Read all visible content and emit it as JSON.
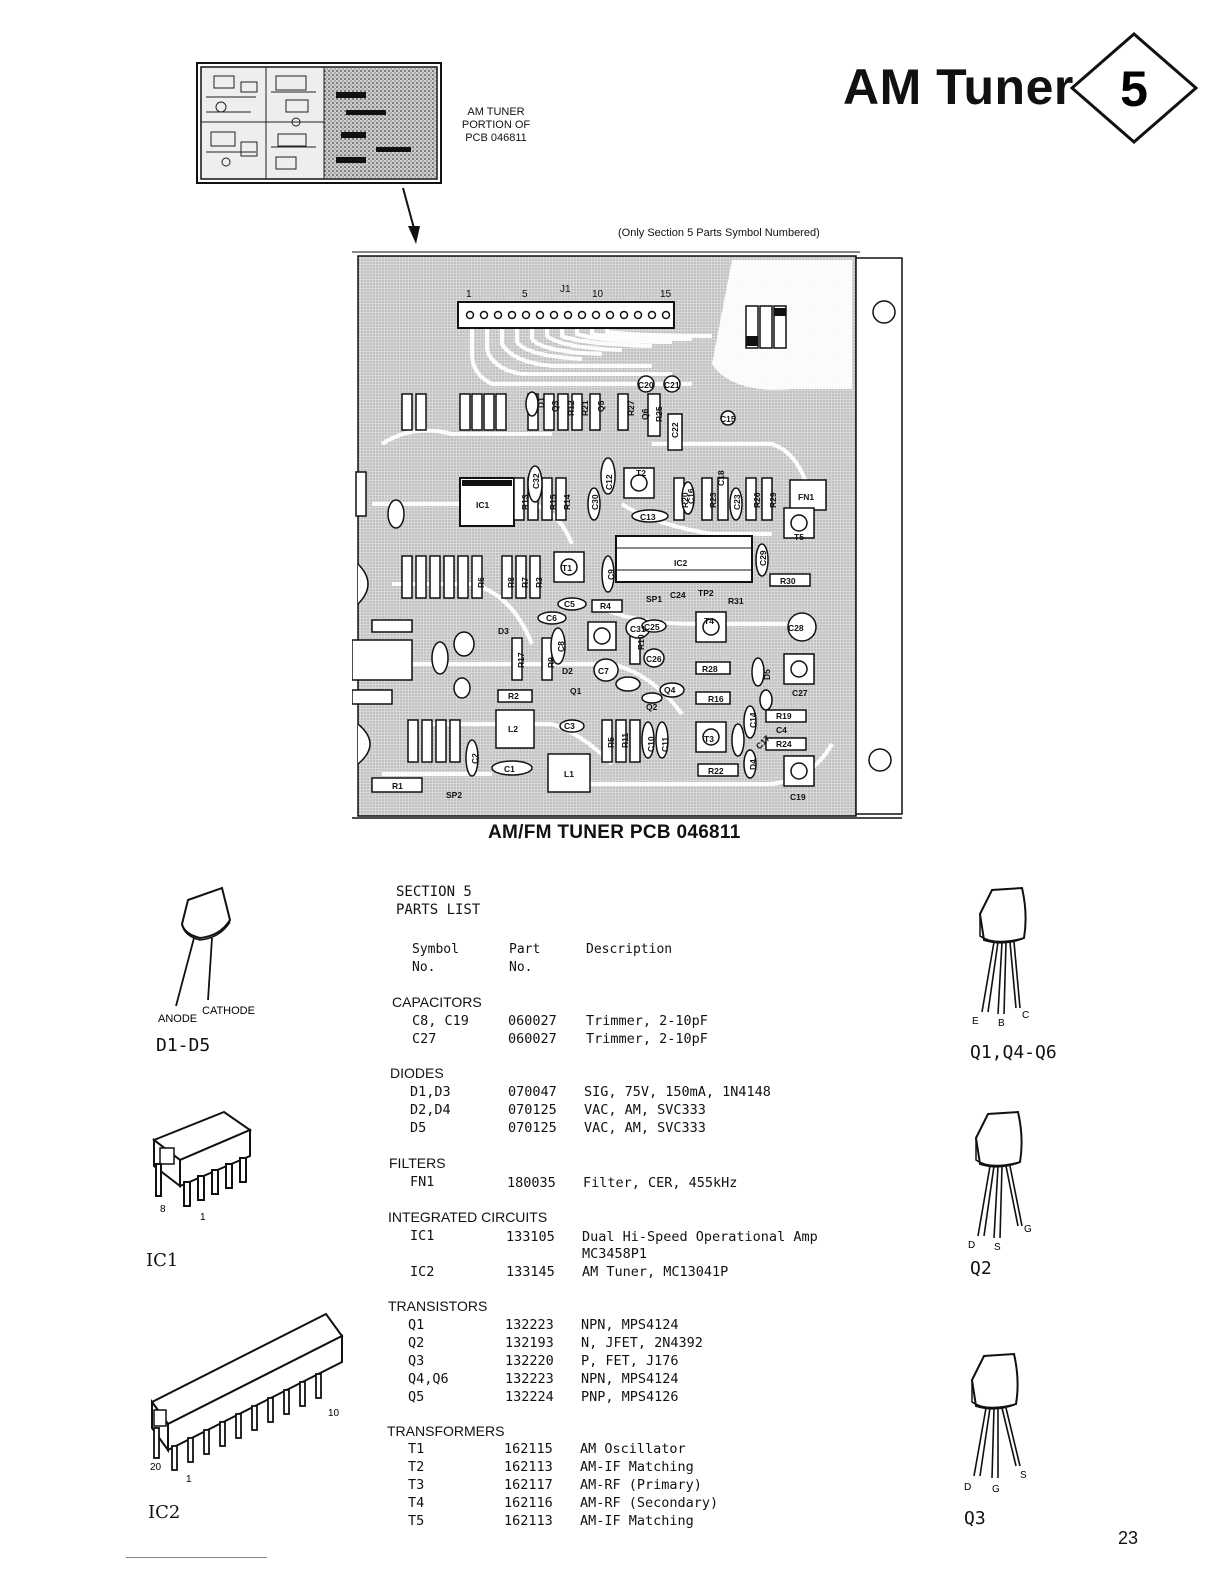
{
  "header": {
    "title": "AM Tuner",
    "section_number": "5"
  },
  "thumbnail": {
    "label_lines": [
      "AM TUNER",
      "PORTION OF",
      "PCB 046811"
    ]
  },
  "pcb": {
    "note": "(Only Section 5 Parts Symbol Numbered)",
    "caption": "AM/FM TUNER PCB 046811",
    "connector_label": "J1",
    "connector_pins": [
      "1",
      "5",
      "10",
      "15"
    ],
    "labels": [
      "IC1",
      "IC2",
      "R13",
      "R15",
      "R14",
      "C12",
      "C13",
      "T2",
      "R20",
      "C16",
      "R23",
      "C18",
      "C23",
      "R26",
      "R29",
      "FN1",
      "T5",
      "C29",
      "R30",
      "R6",
      "R8",
      "R7",
      "R3",
      "C9",
      "C5",
      "R4",
      "SP1",
      "C24",
      "TP2",
      "R31",
      "C6",
      "D3",
      "C31",
      "C25",
      "T4",
      "C28",
      "R17",
      "R9",
      "C8",
      "R10",
      "C26",
      "D2",
      "C7",
      "R28",
      "D5",
      "C27",
      "R2",
      "Q1",
      "Q4",
      "R16",
      "L2",
      "C3",
      "Q2",
      "R5",
      "R11",
      "C10",
      "C11",
      "T3",
      "C14",
      "D1",
      "R19",
      "C4",
      "R24",
      "C2",
      "C1",
      "L1",
      "R22",
      "D4",
      "C19",
      "R1",
      "SP2",
      "Q3",
      "R12",
      "R21",
      "Q5",
      "R27",
      "Q6",
      "R25",
      "C22",
      "C20",
      "C21",
      "C15",
      "C30",
      "C32",
      "T1",
      "C17"
    ]
  },
  "parts_list": {
    "section_title": "SECTION 5",
    "subtitle": "PARTS LIST",
    "col_symbol_1": "Symbol",
    "col_symbol_2": "No.",
    "col_part_1": "Part",
    "col_part_2": "No.",
    "col_desc": "Description",
    "groups": [
      {
        "name": "CAPACITORS",
        "rows": [
          {
            "sym": "C8, C19",
            "part": "060027",
            "desc": "Trimmer, 2-10pF"
          },
          {
            "sym": "C27",
            "part": "060027",
            "desc": "Trimmer, 2-10pF"
          }
        ]
      },
      {
        "name": "DIODES",
        "rows": [
          {
            "sym": "D1,D3",
            "part": "070047",
            "desc": "SIG, 75V, 150mA, 1N4148"
          },
          {
            "sym": "D2,D4",
            "part": "070125",
            "desc": "VAC, AM, SVC333"
          },
          {
            "sym": "D5",
            "part": "070125",
            "desc": "VAC, AM, SVC333"
          }
        ]
      },
      {
        "name": "FILTERS",
        "rows": [
          {
            "sym": "FN1",
            "part": "180035",
            "desc": "Filter, CER, 455kHz"
          }
        ]
      },
      {
        "name": "INTEGRATED CIRCUITS",
        "rows": [
          {
            "sym": "IC1",
            "part": "133105",
            "desc": "Dual Hi-Speed Operational Amp"
          },
          {
            "sym": "",
            "part": "",
            "desc": "MC3458P1"
          },
          {
            "sym": "IC2",
            "part": "133145",
            "desc": "AM Tuner, MC13041P"
          }
        ]
      },
      {
        "name": "TRANSISTORS",
        "rows": [
          {
            "sym": "Q1",
            "part": "132223",
            "desc": "NPN, MPS4124"
          },
          {
            "sym": "Q2",
            "part": "132193",
            "desc": "N, JFET, 2N4392"
          },
          {
            "sym": "Q3",
            "part": "132220",
            "desc": "P, FET, J176"
          },
          {
            "sym": "Q4,Q6",
            "part": "132223",
            "desc": "NPN, MPS4124"
          },
          {
            "sym": "Q5",
            "part": "132224",
            "desc": "PNP, MPS4126"
          }
        ]
      },
      {
        "name": "TRANSFORMERS",
        "rows": [
          {
            "sym": "T1",
            "part": "162115",
            "desc": "AM Oscillator"
          },
          {
            "sym": "T2",
            "part": "162113",
            "desc": "AM-IF Matching"
          },
          {
            "sym": "T3",
            "part": "162117",
            "desc": "AM-RF (Primary)"
          },
          {
            "sym": "T4",
            "part": "162116",
            "desc": "AM-RF (Secondary)"
          },
          {
            "sym": "T5",
            "part": "162113",
            "desc": "AM-IF Matching"
          }
        ]
      }
    ]
  },
  "components": {
    "diode": {
      "label": "D1-D5",
      "anode": "ANODE",
      "cathode": "CATHODE"
    },
    "ic1": {
      "label": "IC1",
      "pin_a": "8",
      "pin_b": "1"
    },
    "ic2": {
      "label": "IC2",
      "pin_a": "20",
      "pin_b": "1",
      "pin_c": "10"
    },
    "q1": {
      "label": "Q1,Q4-Q6",
      "e": "E",
      "b": "B",
      "c": "C"
    },
    "q2": {
      "label": "Q2",
      "d": "D",
      "s": "S",
      "g": "G"
    },
    "q3": {
      "label": "Q3",
      "d": "D",
      "g": "G",
      "s": "S"
    }
  },
  "page_number": "23"
}
